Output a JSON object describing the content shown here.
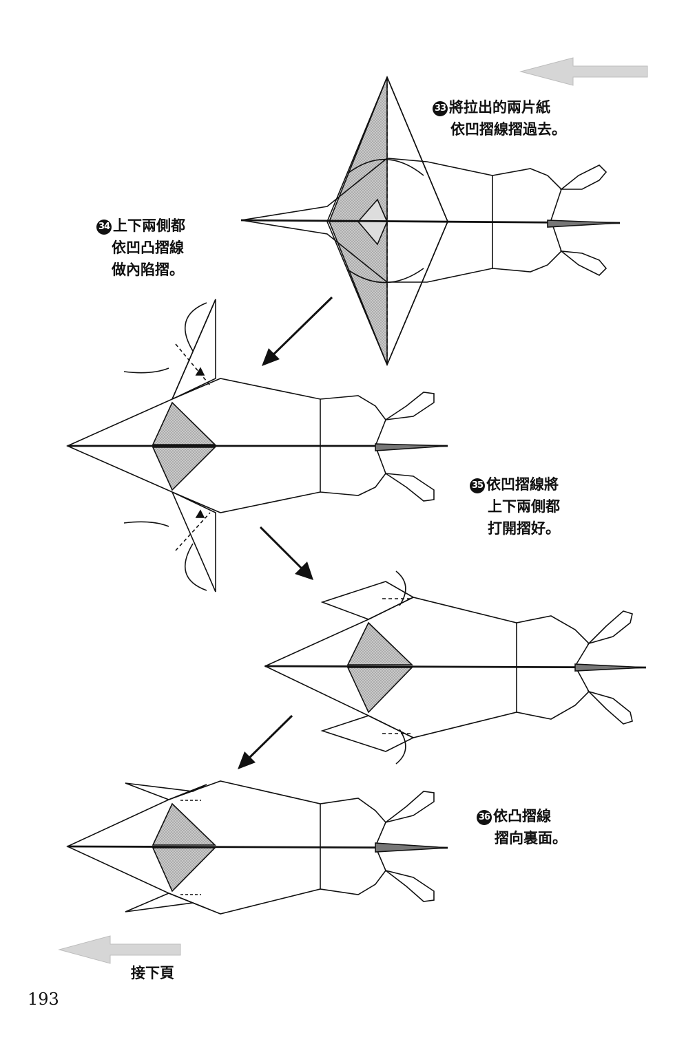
{
  "steps": [
    {
      "num": "33",
      "lines": [
        "將拉出的兩片紙",
        "依凹摺線摺過去。"
      ]
    },
    {
      "num": "34",
      "lines": [
        "上下兩側都",
        "依凹凸摺線",
        "做內陷摺。"
      ]
    },
    {
      "num": "35",
      "lines": [
        "依凹摺線將",
        "上下兩側都",
        "打開摺好。"
      ]
    },
    {
      "num": "36",
      "lines": [
        "依凸摺線",
        "摺向裏面。"
      ]
    }
  ],
  "footer": {
    "next_label": "接下頁",
    "page_number": "193"
  },
  "icons": [
    "continue-arrow-icon",
    "direction-arrow-icon",
    "fold-arrow-icon"
  ],
  "colors": {
    "ink": "#111111",
    "shade": "#b5b5b5",
    "arrow_ghost": "#c8c8c8"
  }
}
